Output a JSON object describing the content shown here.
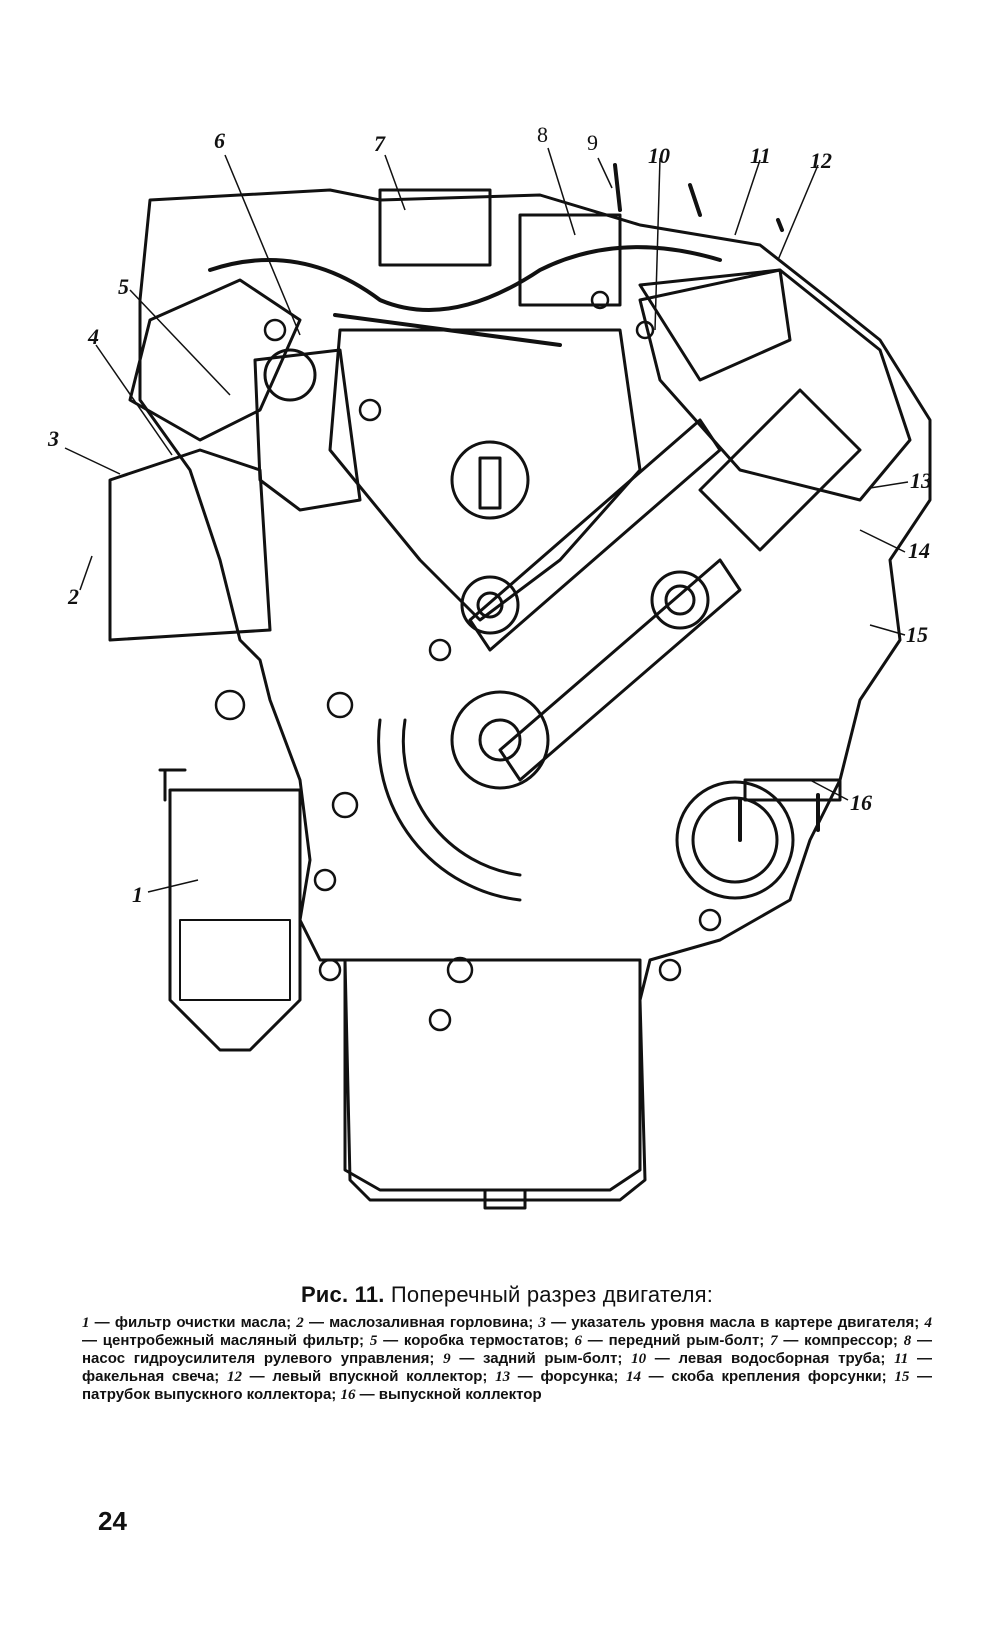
{
  "figure": {
    "callouts": [
      "1",
      "2",
      "3",
      "4",
      "5",
      "6",
      "7",
      "8",
      "9",
      "10",
      "11",
      "12",
      "13",
      "14",
      "15",
      "16"
    ]
  },
  "caption": {
    "figure_label": "Рис. 11.",
    "title": "Поперечный разрез двигателя:",
    "legend": [
      {
        "num": "1",
        "text": "фильтр очистки масла"
      },
      {
        "num": "2",
        "text": "маслозаливная горловина"
      },
      {
        "num": "3",
        "text": "указатель уровня масла в картере двигателя"
      },
      {
        "num": "4",
        "text": "центробежный масляный фильтр"
      },
      {
        "num": "5",
        "text": "коробка термостатов"
      },
      {
        "num": "6",
        "text": "передний рым-болт"
      },
      {
        "num": "7",
        "text": "компрессор"
      },
      {
        "num": "8",
        "text": "насос гидроусилителя рулевого управления"
      },
      {
        "num": "9",
        "text": "задний рым-болт"
      },
      {
        "num": "10",
        "text": "левая водосборная труба"
      },
      {
        "num": "11",
        "text": "факельная свеча"
      },
      {
        "num": "12",
        "text": "левый впускной коллектор"
      },
      {
        "num": "13",
        "text": "форсунка"
      },
      {
        "num": "14",
        "text": "скоба крепления форсунки"
      },
      {
        "num": "15",
        "text": "патрубок выпускного коллектора"
      },
      {
        "num": "16",
        "text": "выпускной коллектор"
      }
    ]
  },
  "page_number": "24"
}
